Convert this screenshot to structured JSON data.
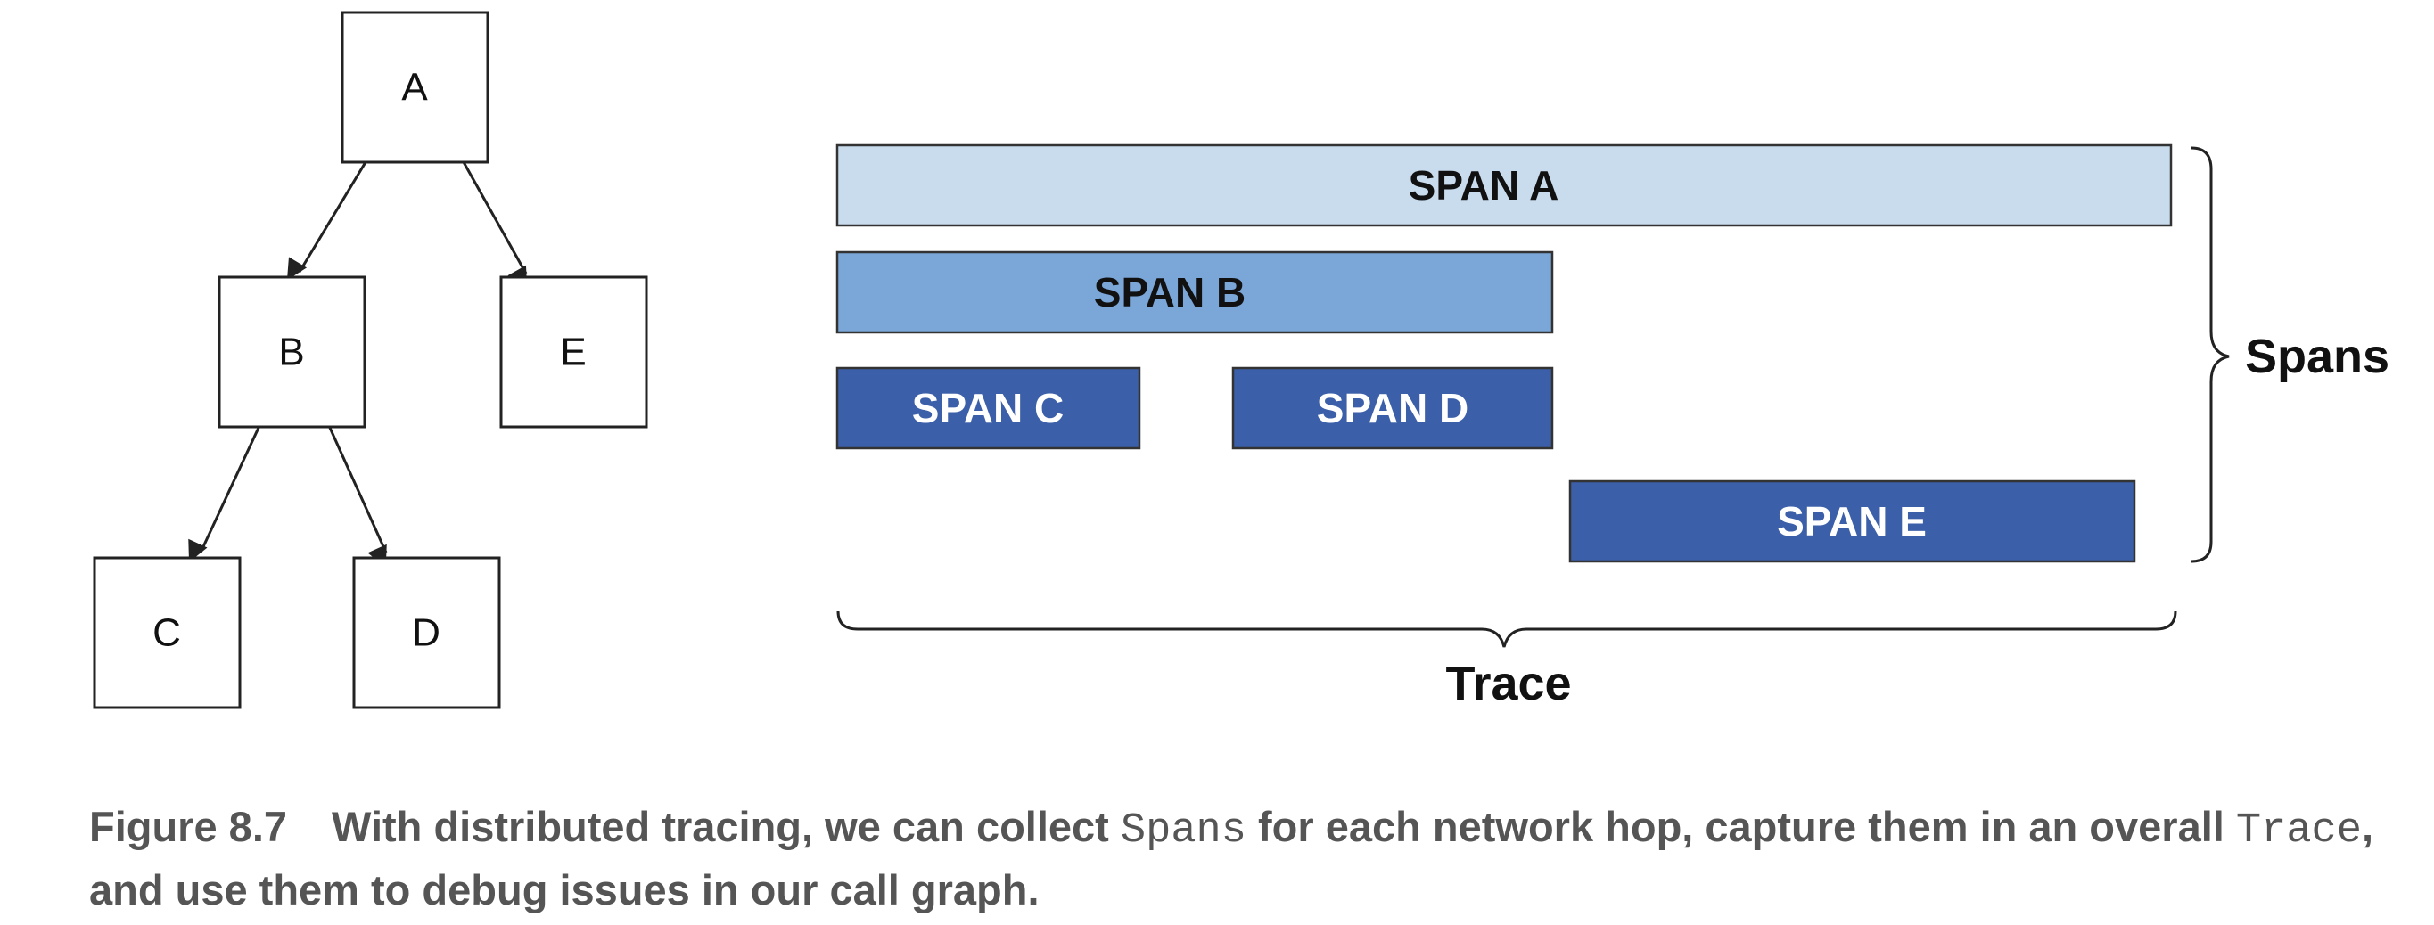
{
  "tree": {
    "nodes": [
      {
        "id": "A",
        "label": "A"
      },
      {
        "id": "B",
        "label": "B"
      },
      {
        "id": "E",
        "label": "E"
      },
      {
        "id": "C",
        "label": "C"
      },
      {
        "id": "D",
        "label": "D"
      }
    ],
    "edges": [
      {
        "from": "A",
        "to": "B"
      },
      {
        "from": "A",
        "to": "E"
      },
      {
        "from": "B",
        "to": "C"
      },
      {
        "from": "B",
        "to": "D"
      }
    ]
  },
  "spans": [
    {
      "id": "a",
      "label": "SPAN A",
      "color": "#c9dcee",
      "text_color": "#111111"
    },
    {
      "id": "b",
      "label": "SPAN B",
      "color": "#7aa6d8",
      "text_color": "#111111"
    },
    {
      "id": "c",
      "label": "SPAN C",
      "color": "#3b5fa8",
      "text_color": "#ffffff"
    },
    {
      "id": "d",
      "label": "SPAN D",
      "color": "#3b5fa8",
      "text_color": "#ffffff"
    },
    {
      "id": "e",
      "label": "SPAN E",
      "color": "#3b5fa8",
      "text_color": "#ffffff"
    }
  ],
  "braces": {
    "spans_label": "Spans",
    "trace_label": "Trace"
  },
  "caption": {
    "figure_number": "Figure 8.7",
    "part1": "With distributed tracing, we can collect ",
    "code1": "Spans",
    "part2": " for each network hop, capture them in an overall ",
    "code2": "Trace",
    "part3": ", and use them to debug issues in our call graph."
  }
}
